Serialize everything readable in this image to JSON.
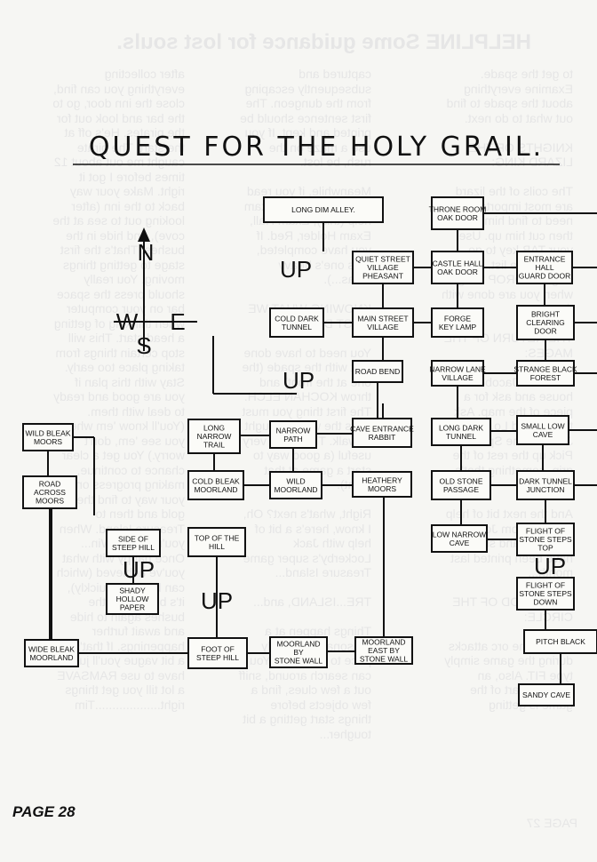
{
  "title": "QUEST FOR THE HOLY GRAIL.",
  "page_label": "PAGE 28",
  "compass": {
    "north": "N",
    "south": "S",
    "east": "E",
    "west": "W"
  },
  "up_label": "UP",
  "rooms": {
    "long_dim_alley": "LONG DIM ALLEY.",
    "throne_room": "THRONE ROOM\nOAK DOOR",
    "quiet_street": "QUIET STREET\nVILLAGE\nPHEASANT",
    "castle_hall": "CASTLE HALL\nOAK DOOR",
    "entrance_hall": "ENTRANCE\nHALL\nGUARD DOOR",
    "cold_dark_tunnel": "COLD DARK\nTUNNEL",
    "main_street": "MAIN STREET\nVILLAGE",
    "forge": "FORGE\nKEY LAMP",
    "bright_clearing": "BRIGHT\nCLEARING\nDOOR",
    "road_bend": "ROAD BEND",
    "narrow_lane": "NARROW LANE\nVILLAGE",
    "strange_black_forest": "STRANGE BLACK\nFOREST",
    "wild_bleak_moors": "WILD BLEAK\nMOORS",
    "long_narrow_trail": "LONG\nNARROW\nTRAIL",
    "narrow_path": "NARROW\nPATH",
    "cave_entrance": "CAVE ENTRANCE\nRABBIT",
    "long_dark_tunnel": "LONG DARK\nTUNNEL",
    "small_low_cave": "SMALL LOW\nCAVE",
    "road_across_moors": "ROAD\nACROSS\nMOORS",
    "cold_bleak_moorland": "COLD BLEAK\nMOORLAND",
    "wild_moorland": "WILD\nMOORLAND",
    "heathery_moors": "HEATHERY\nMOORS",
    "old_stone_passage": "OLD STONE\nPASSAGE",
    "dark_tunnel_junction": "DARK TUNNEL\nJUNCTION",
    "side_of_steep_hill": "SIDE OF\nSTEEP HILL",
    "top_of_the_hill": "TOP OF THE\nHILL",
    "low_narrow_cave": "LOW NARROW\nCAVE",
    "flight_top": "FLIGHT OF\nSTONE STEPS\nTOP",
    "shady_hollow": "SHADY\nHOLLOW\nPAPER",
    "flight_down": "FLIGHT OF\nSTONE STEPS\nDOWN",
    "pitch_black": "PITCH BLACK",
    "wide_bleak_moorland": "WIDE BLEAK\nMOORLAND",
    "foot_of_steep_hill": "FOOT OF\nSTEEP HILL",
    "moorland_stone_wall": "MOORLAND\nBY\nSTONE WALL",
    "moorland_east": "MOORLAND\nEAST BY\nSTONE WALL",
    "sandy_cave": "SANDY CAVE"
  },
  "background_text": {
    "heading": "HELPLINE Some guidance for lost souls.",
    "col1": "to get the spade. Examine everything about the spade to find out what to do next.\n\nKNIGHTS OF THE LIZARD KING:\n\nThe coils of the lizard are most important. You need to find him and then cut him up. Use your TAB key to go through the list. Don't forget to DROP things when you are done with them.\n\nTHE RETURN OF THE MAGES:\n\nGo to the Jacobean's house and ask for a piece of the map. Ask the Lip and Lo, the Inky Jinx and the Spoofer. Pick up the rest of the grip, something that's required.\n\nAnd the next bit of help came in from Jon Sommer, and should have been printed last month...\n\nTHE BLOOD OF THE CIRCLE:\n\nTo stop the orc attacks during the game simply type FIT. Also, an intricate part of the game is getting",
    "col2": "captured and subsequently escaping from the dungeon. The first sentence should be printed and kept. If you use a maze on the rush, be lost.\n\nMeanwhile, if you read the tips on Ogre, Exam help (this), Exam Hall, Exam Holder, Red. If you have completed, (this one's heavy ideas...).\n\nKNOWING WHAT WE MUST DO:\n\nYou need to have done that with the spade (the one at the front) and throw KOCHAN ELCH. The first thing you must do is the way we ought to walk. Those are very useful (a good way to start a game at that point).\n\nRight, what's next? Oh, I know, here's a bit of help with Jack Lockerby's super game Treasure Island...\n\nTRE...ISLAND, and...\n\nThings happen at a reasonably leisurely pace to start with. You can search around, sniff out a few clues, find a few objects before things start getting a bit tougher...",
    "col3": "after collecting everything you can find, close the inn door, go to the bar and look out for the pirates. He's off at the start. The pirate caught me out about 12 times before I got it right. Make your way back to the inn (after looking out to sea at the cove), and hide in the bushes. That's the first stage to getting things moving. You really should press the space bar on your computer when thinking of getting a head start. This will stop certain things from taking place too early. Stay with this plan if you are good and ready to deal with them. (You'll know 'em when you see 'em, don't worry.) You get a clear chance to continue, making progress on your way to find the gold and then to Treasure Island. When you're there, Win... Once happy with what you've achieved (which can be done quickly), it's back up to the bushes again to hide and await further happenings. If that's all a bit vague you'll just have to use RAMSAVE a lot till you get things right...................Tim",
    "footer": "PAGE 27"
  }
}
